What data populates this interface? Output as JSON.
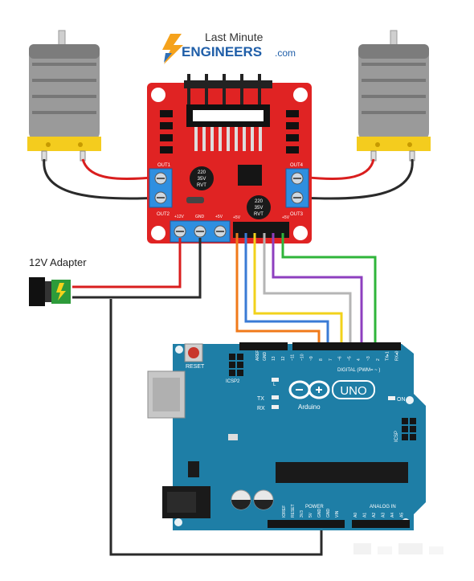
{
  "brand": {
    "line1": "Last Minute",
    "line2": "ENGINEERS",
    "suffix": ".com",
    "icon": "lightning-bolt-logo-icon",
    "watermark": "LastMinuteEngineers.com"
  },
  "adapter": {
    "label": "12V Adapter"
  },
  "driver": {
    "out1": "OUT1",
    "out2": "OUT2",
    "out3": "OUT3",
    "out4": "OUT4",
    "cap_lines": [
      "220",
      "35V",
      "RVT"
    ],
    "v12": "+12V",
    "gnd": "GND",
    "v5": "+5V",
    "plus5_left": "+5V",
    "plus5_right": "+5V"
  },
  "arduino": {
    "reset": "RESET",
    "icsp2": "ICSP2",
    "aref": "AREF",
    "gnd": "GND",
    "digital_pins": [
      "13",
      "12",
      "~11",
      "~10",
      "~9",
      "8",
      "7",
      "~6",
      "~5",
      "4",
      "~3",
      "2",
      "TX▸1",
      "RX◂0"
    ],
    "digital_label": "DIGITAL (PWM= ~ )",
    "l": "L",
    "tx": "TX",
    "rx": "RX",
    "on": "ON",
    "uno": "UNO",
    "name": "Arduino",
    "icsp": "ICSP",
    "power_label": "POWER",
    "analog_label": "ANALOG IN",
    "power_pins": [
      "IOREF",
      "RESET",
      "3V3",
      "5V",
      "GND",
      "GND",
      "VIN"
    ],
    "analog_pins": [
      "A0",
      "A1",
      "A2",
      "A3",
      "A4",
      "A5"
    ]
  },
  "colors": {
    "board": "#1e7ea6",
    "driver": "#e02323",
    "wire_red": "#d91e1e",
    "wire_black": "#2a2a2a",
    "wire_orange": "#f07a1a",
    "wire_blue": "#3a7bd5",
    "wire_yellow": "#f2d21b",
    "wire_gray": "#b5b5b5",
    "wire_purple": "#8e3fbf",
    "wire_green": "#2fb53a"
  }
}
